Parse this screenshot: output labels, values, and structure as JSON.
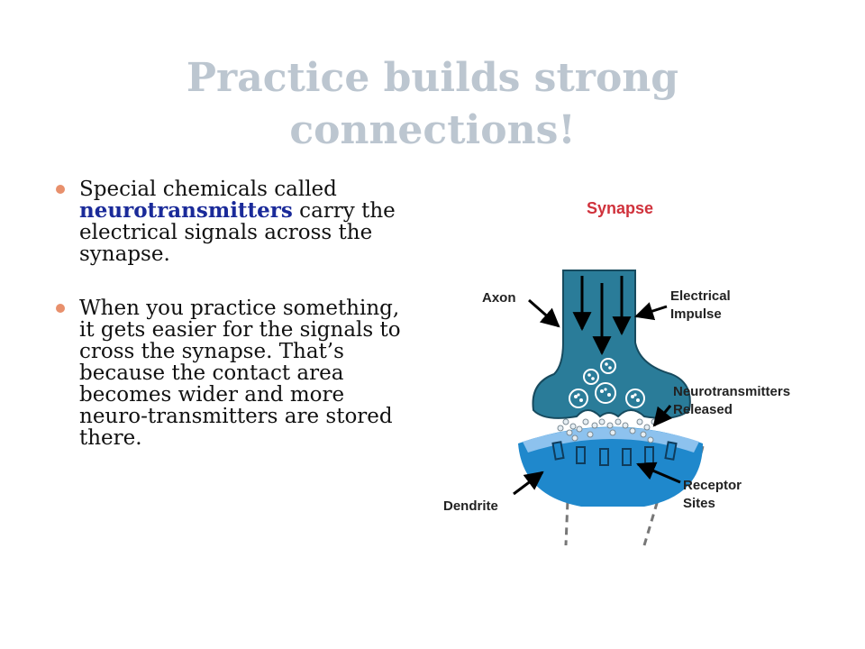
{
  "title": {
    "line1": "Practice builds strong",
    "line2": "connections!"
  },
  "bullets": [
    {
      "part1": "Special chemicals called ",
      "keyword": "neurotransmitters",
      "part2": " carry the electrical signals across the synapse."
    },
    {
      "text": "When you practice something, it gets easier for the signals to cross the synapse.  That’s because the contact area becomes wider and more neuro-transmitters are stored there."
    }
  ],
  "diagram": {
    "title": "Synapse",
    "labels": {
      "axon": "Axon",
      "impulse_line1": "Electrical",
      "impulse_line2": "Impulse",
      "nt_line1": "Neurotransmitters",
      "nt_line2": "Released",
      "receptor_line1": "Receptor",
      "receptor_line2": "Sites",
      "dendrite": "Dendrite"
    },
    "colors": {
      "axon_fill": "#2a7c99",
      "dendrite_fill": "#1f88cc",
      "dendrite_light": "#8dc2ee",
      "title_red": "#d0323c",
      "bullet_orange": "#e8906c",
      "keyword_blue": "#1a2a99",
      "heading_gray": "#bcc6d0"
    }
  }
}
